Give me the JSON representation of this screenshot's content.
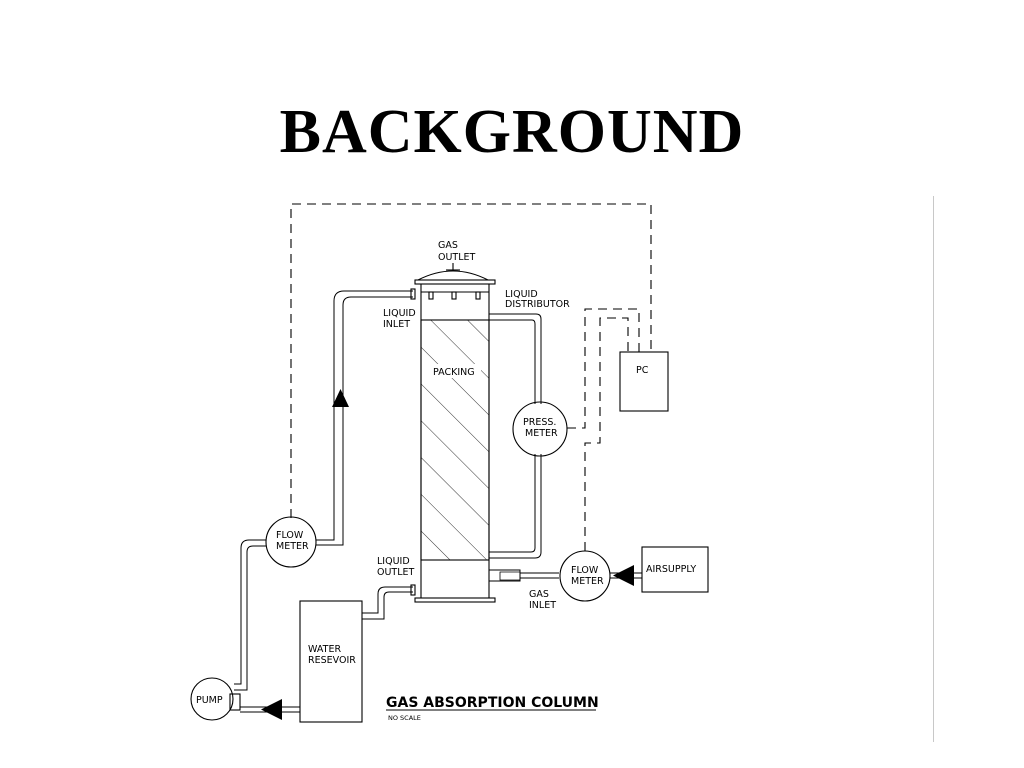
{
  "slide": {
    "title": "BACKGROUND"
  },
  "diagram": {
    "title": "GAS ABSORPTION COLUMN",
    "subtitle": "NO SCALE",
    "labels": {
      "gas_outlet": [
        "GAS",
        "OUTLET"
      ],
      "liquid_distributor": [
        "LIQUID",
        "DISTRIBUTOR"
      ],
      "liquid_inlet": [
        "LIQUID",
        "INLET"
      ],
      "packing": "PACKING",
      "pc": "PC",
      "press_meter": [
        "PRESS.",
        "METER"
      ],
      "flow_meter_left": [
        "FLOW",
        "METER"
      ],
      "flow_meter_right": [
        "FLOW",
        "METER"
      ],
      "liquid_outlet": [
        "LIQUID",
        "OUTLET"
      ],
      "gas_inlet": [
        "GAS",
        "INLET"
      ],
      "air_supply": "AIRSUPPLY",
      "water_reservoir": [
        "WATER",
        "RESEVOIR"
      ],
      "pump": "PUMP"
    },
    "colors": {
      "line": "#000000",
      "background": "#ffffff"
    }
  }
}
